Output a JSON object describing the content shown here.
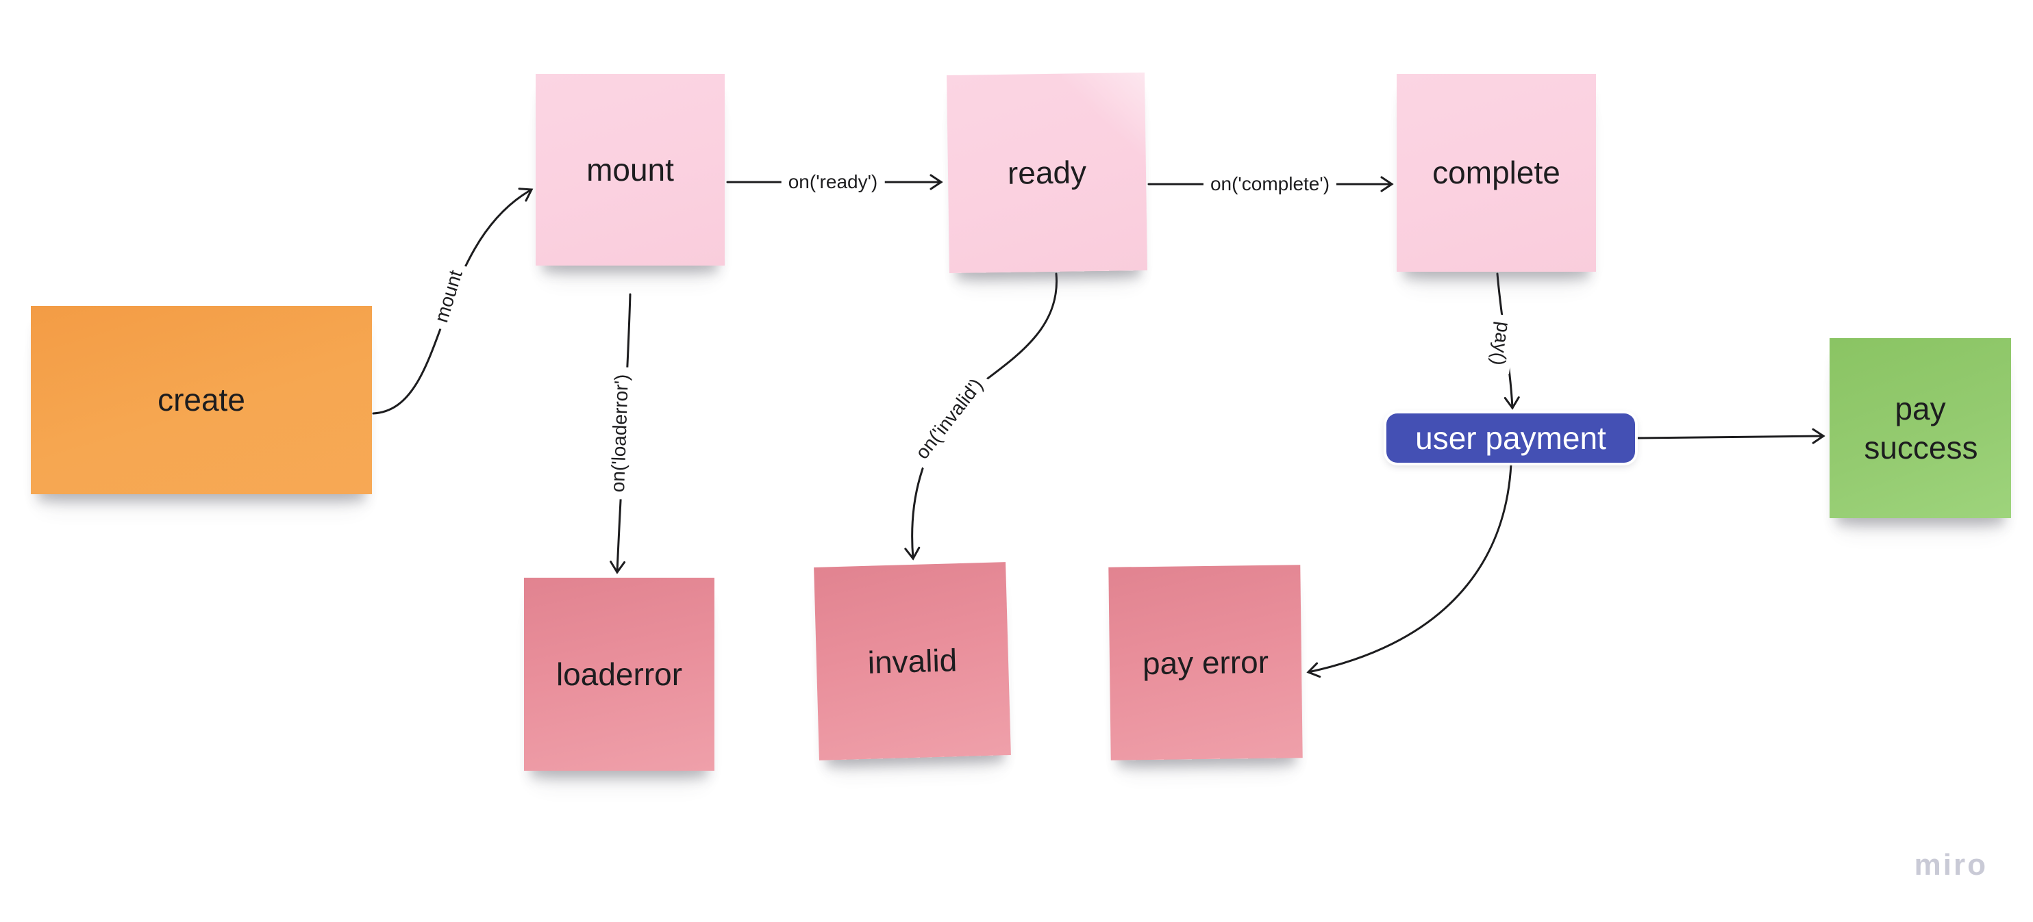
{
  "board": {
    "app": "miro",
    "watermark": "miro",
    "background": "#ffffff"
  },
  "colors": {
    "sticky_orange": "#f6a450",
    "sticky_pink": "#fbd1e0",
    "sticky_rose": "#e98f9b",
    "sticky_green": "#94cb70",
    "shape_blue": "#4450b4",
    "connector_stroke": "#1d1d1f",
    "note_text": "#1d1d1f",
    "pill_text": "#ffffff",
    "watermark_gray": "#c9cad6"
  },
  "nodes": {
    "create": {
      "label": "create",
      "type": "sticky-note",
      "color": "orange"
    },
    "mount": {
      "label": "mount",
      "type": "sticky-note",
      "color": "pink"
    },
    "ready": {
      "label": "ready",
      "type": "sticky-note",
      "color": "pink"
    },
    "complete": {
      "label": "complete",
      "type": "sticky-note",
      "color": "pink"
    },
    "loaderror": {
      "label": "loaderror",
      "type": "sticky-note",
      "color": "rose"
    },
    "invalid": {
      "label": "invalid",
      "type": "sticky-note",
      "color": "rose"
    },
    "pay_error": {
      "label": "pay error",
      "type": "sticky-note",
      "color": "rose"
    },
    "pay_success": {
      "label": "pay success",
      "type": "sticky-note",
      "color": "green"
    },
    "user_payment": {
      "label": "user payment",
      "type": "rounded-rectangle",
      "color": "blue"
    }
  },
  "connectors": [
    {
      "from": "create",
      "to": "mount",
      "label": "mount"
    },
    {
      "from": "mount",
      "to": "ready",
      "label": "on('ready')"
    },
    {
      "from": "ready",
      "to": "complete",
      "label": "on('complete')"
    },
    {
      "from": "mount",
      "to": "loaderror",
      "label": "on('loaderror')"
    },
    {
      "from": "ready",
      "to": "invalid",
      "label": "on('invalid')"
    },
    {
      "from": "complete",
      "to": "user_payment",
      "label": "pay()"
    },
    {
      "from": "user_payment",
      "to": "pay_success",
      "label": ""
    },
    {
      "from": "user_payment",
      "to": "pay_error",
      "label": ""
    }
  ]
}
